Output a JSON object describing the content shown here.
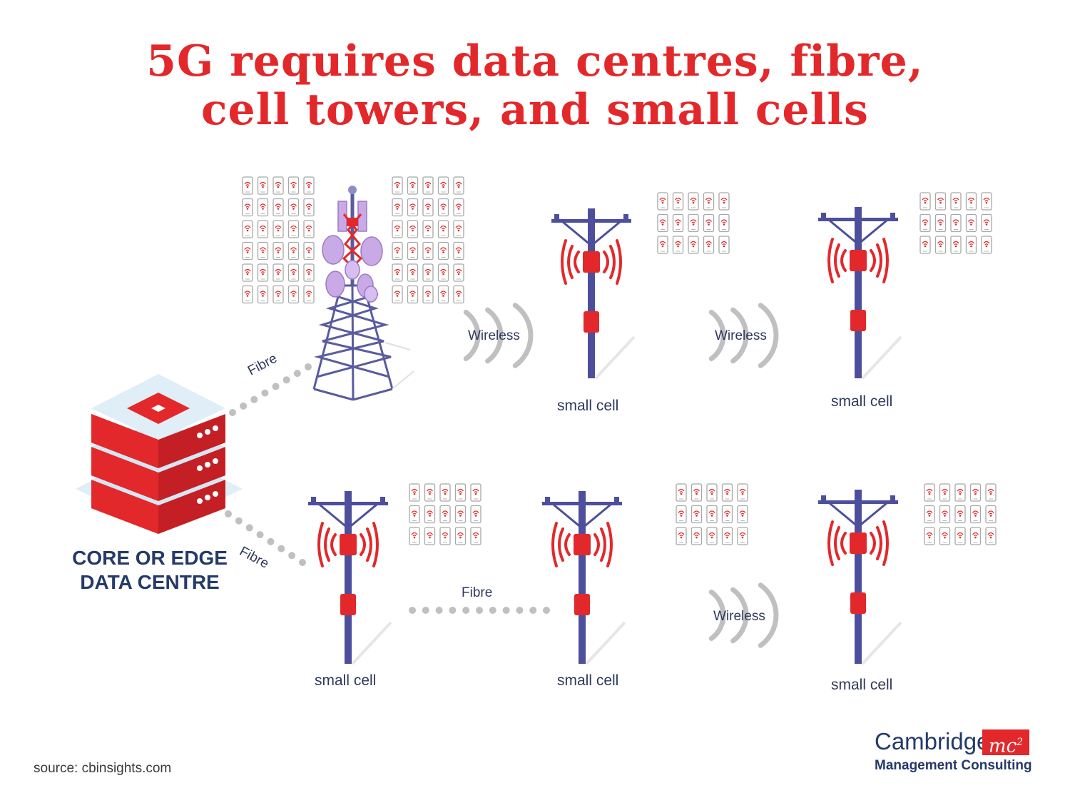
{
  "title": {
    "line1": "5G requires data centres, fibre,",
    "line2": "cell towers, and small cells"
  },
  "labels": {
    "fibre_top": "Fibre",
    "fibre_bottom": "Fibre",
    "fibre_middle": "Fibre",
    "wireless_1": "Wireless",
    "wireless_2": "Wireless",
    "wireless_3": "Wireless",
    "small_cell_1": "small cell",
    "small_cell_2": "small cell",
    "small_cell_3": "small cell",
    "small_cell_4": "small cell",
    "small_cell_5": "small cell"
  },
  "data_centre": {
    "line1": "CORE OR EDGE",
    "line2": "DATA CENTRE"
  },
  "source": "source: cbinsights.com",
  "logo": {
    "name": "Cambridge",
    "mark": "mc",
    "mark_sup": "2",
    "subtitle": "Management Consulting"
  },
  "colors": {
    "brand_red": "#e3282b",
    "pole_purple": "#4d4f9c",
    "tower_lilac": "#c9a9e6",
    "navy": "#243a68",
    "gray": "#c0c0c0"
  }
}
